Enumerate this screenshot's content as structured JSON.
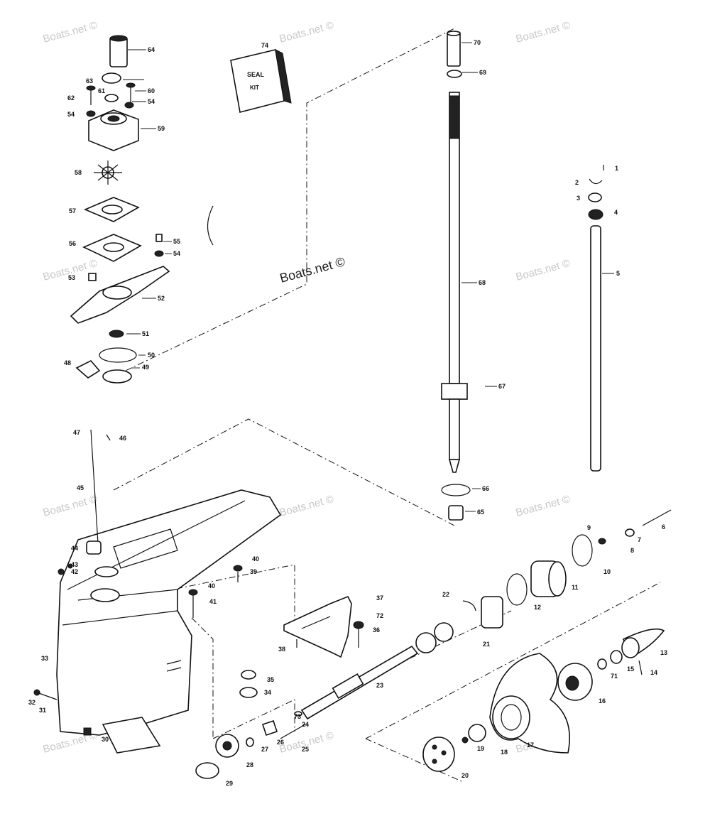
{
  "watermark": "Boats.net ©",
  "kit_label": {
    "line1": "SEAL",
    "line2": "KIT"
  },
  "parts": [
    {
      "n": "1"
    },
    {
      "n": "2"
    },
    {
      "n": "3"
    },
    {
      "n": "4"
    },
    {
      "n": "5"
    },
    {
      "n": "6"
    },
    {
      "n": "7"
    },
    {
      "n": "8"
    },
    {
      "n": "9"
    },
    {
      "n": "10"
    },
    {
      "n": "11"
    },
    {
      "n": "12"
    },
    {
      "n": "13"
    },
    {
      "n": "14"
    },
    {
      "n": "15"
    },
    {
      "n": "16"
    },
    {
      "n": "17"
    },
    {
      "n": "18"
    },
    {
      "n": "19"
    },
    {
      "n": "20"
    },
    {
      "n": "21"
    },
    {
      "n": "22"
    },
    {
      "n": "23"
    },
    {
      "n": "24"
    },
    {
      "n": "25"
    },
    {
      "n": "26"
    },
    {
      "n": "27"
    },
    {
      "n": "28"
    },
    {
      "n": "29"
    },
    {
      "n": "30"
    },
    {
      "n": "31"
    },
    {
      "n": "32"
    },
    {
      "n": "33"
    },
    {
      "n": "34"
    },
    {
      "n": "35"
    },
    {
      "n": "36"
    },
    {
      "n": "37"
    },
    {
      "n": "38"
    },
    {
      "n": "39"
    },
    {
      "n": "40"
    },
    {
      "n": "40"
    },
    {
      "n": "41"
    },
    {
      "n": "42"
    },
    {
      "n": "43"
    },
    {
      "n": "44"
    },
    {
      "n": "45"
    },
    {
      "n": "46"
    },
    {
      "n": "47"
    },
    {
      "n": "48"
    },
    {
      "n": "49"
    },
    {
      "n": "50"
    },
    {
      "n": "51"
    },
    {
      "n": "52"
    },
    {
      "n": "53"
    },
    {
      "n": "54"
    },
    {
      "n": "54"
    },
    {
      "n": "54"
    },
    {
      "n": "55"
    },
    {
      "n": "56"
    },
    {
      "n": "57"
    },
    {
      "n": "58"
    },
    {
      "n": "59"
    },
    {
      "n": "60"
    },
    {
      "n": "61"
    },
    {
      "n": "62"
    },
    {
      "n": "63"
    },
    {
      "n": "64"
    },
    {
      "n": "65"
    },
    {
      "n": "66"
    },
    {
      "n": "67"
    },
    {
      "n": "68"
    },
    {
      "n": "69"
    },
    {
      "n": "70"
    },
    {
      "n": "71"
    },
    {
      "n": "72"
    },
    {
      "n": "73"
    },
    {
      "n": "74"
    }
  ]
}
